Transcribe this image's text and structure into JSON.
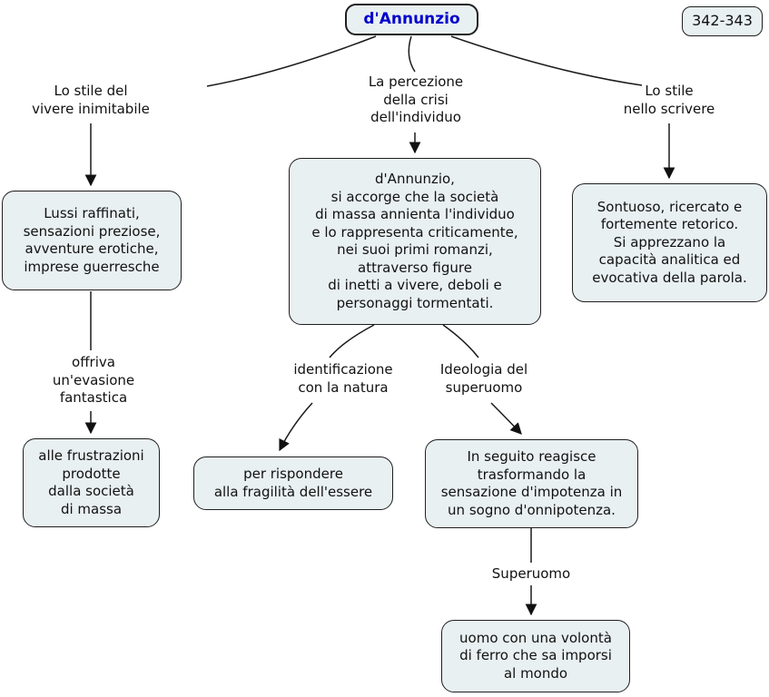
{
  "diagram": {
    "type": "concept-map",
    "colors": {
      "node_fill": "#e9f0f2",
      "node_border": "#1f1f1f",
      "title_text": "#0000cc",
      "edge": "#1a1a1a",
      "background": "#ffffff"
    },
    "title": "d'Annunzio",
    "page_ref": "342-343",
    "boxes": {
      "lussi": "Lussi raffinati,\nsensazioni preziose,\navventure erotiche,\nimprese guerresche",
      "percezione_main": "d'Annunzio,\nsi accorge che la società\ndi massa annienta l'individuo\ne lo rappresenta criticamente,\nnei suoi primi romanzi,\nattraverso figure\ndi inetti a vivere, deboli e\npersonaggi tormentati.",
      "sontuoso": "Sontuoso, ricercato e\nfortemente retorico.\nSi apprezzano la\ncapacità analitica ed\nevocativa della parola.",
      "frustrazioni": "alle frustrazioni\nprodotte\ndalla società\ndi massa",
      "rispondere": "per rispondere\nalla fragilità dell'essere",
      "reagisce": "In seguito reagisce\ntrasformando la\nsensazione d'impotenza in\nun sogno d'onnipotenza.",
      "uomo": "uomo con una volontà\ndi ferro che sa imporsi\nal mondo"
    },
    "labels": {
      "stile_vivere": "Lo stile del\nvivere inimitabile",
      "percezione": "La percezione\ndella crisi\ndell'individuo",
      "stile_scrivere": "Lo stile\nnello scrivere",
      "offriva": "offriva\nun'evasione\nfantastica",
      "identificazione": "identificazione\ncon la natura",
      "ideologia": "Ideologia del\nsuperuomo",
      "superuomo": "Superuomo"
    }
  }
}
